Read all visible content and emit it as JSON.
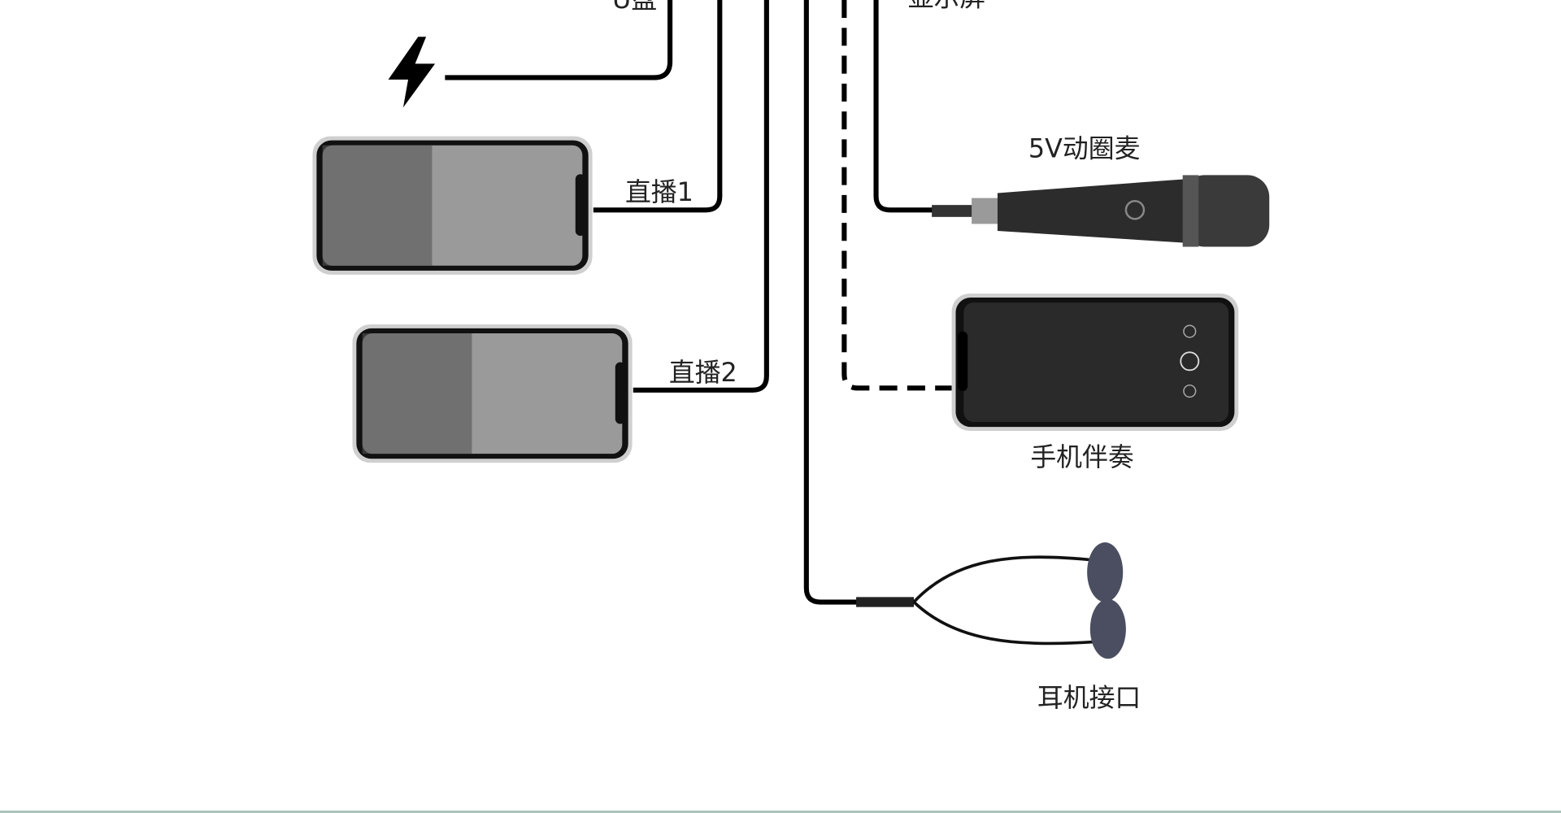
{
  "labels": {
    "usb_drive": "U盘",
    "display": "显示屏",
    "dynamic_mic": "5V动圈麦",
    "live1": "直播1",
    "live2": "直播2",
    "phone_accompaniment": "手机伴奏",
    "headphone_jack": "耳机接口"
  },
  "colors": {
    "wire": "#000000",
    "bottom_bar": "#abc4bb"
  }
}
